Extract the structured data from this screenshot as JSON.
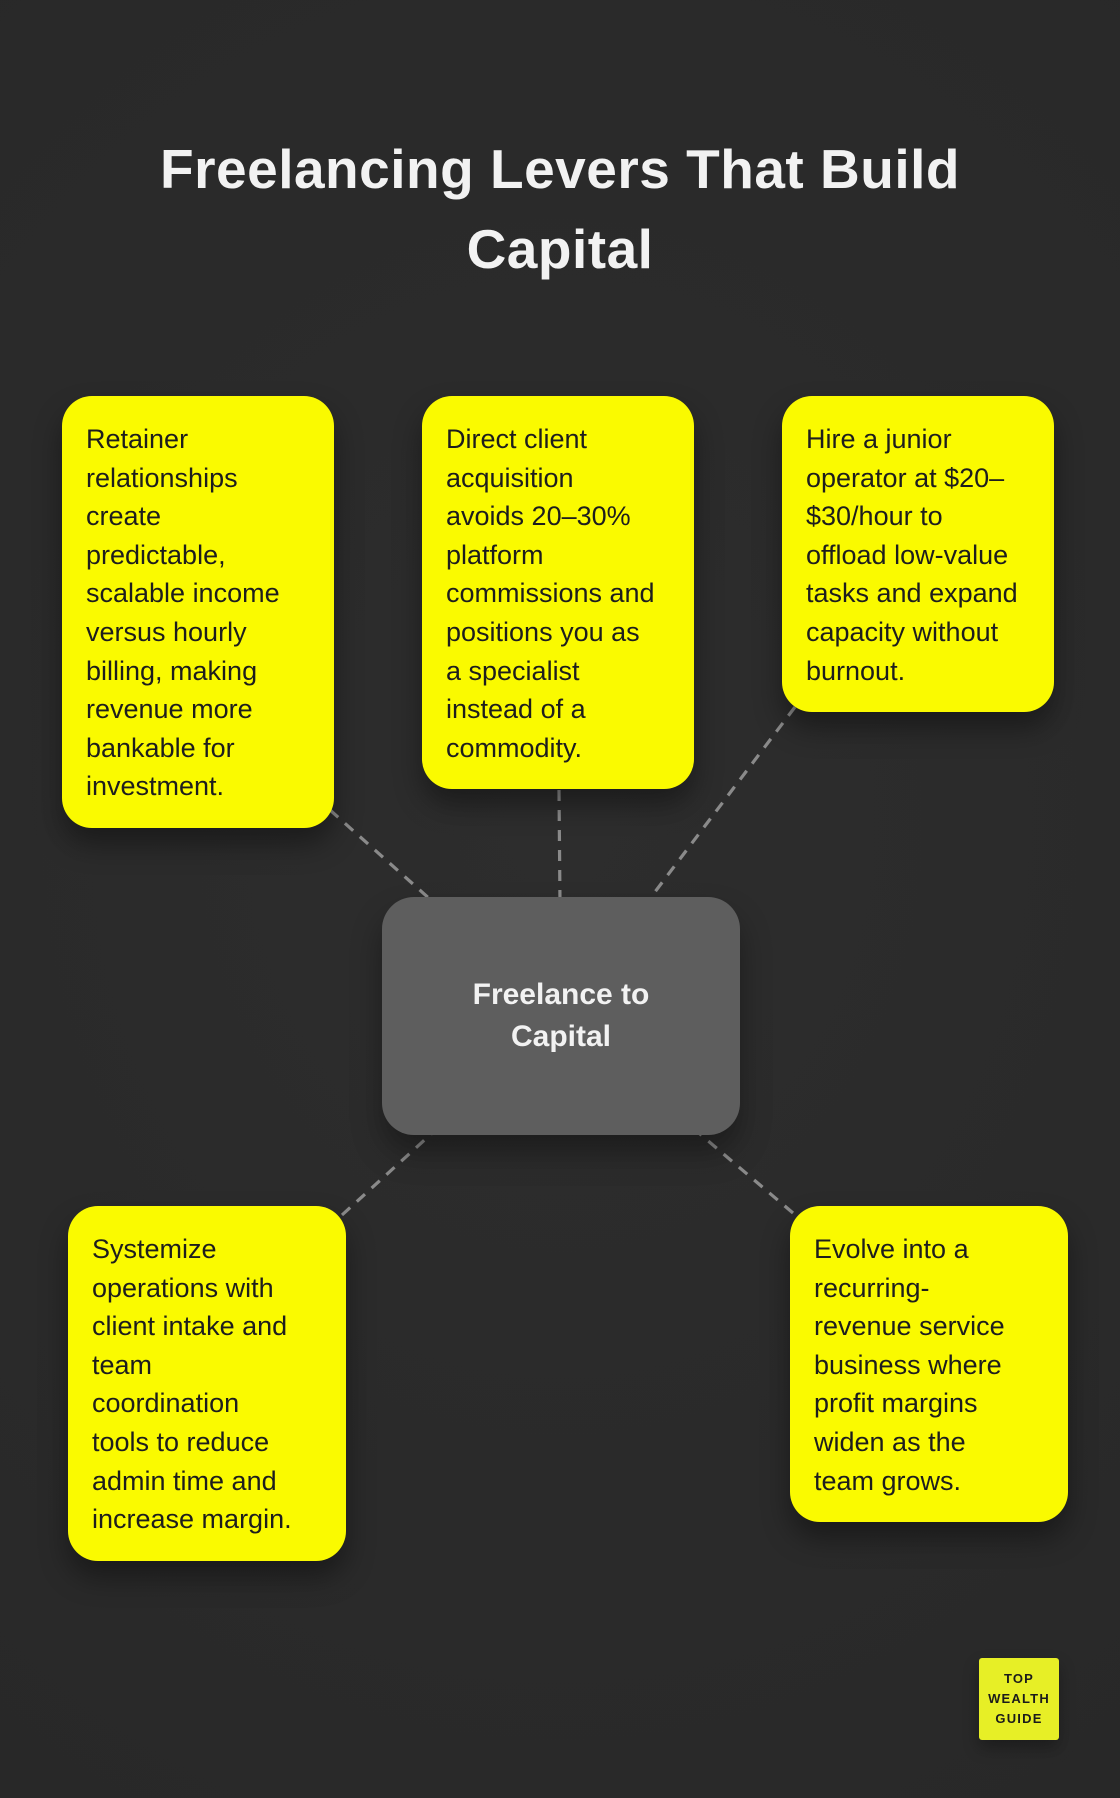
{
  "title": {
    "text": "Freelancing Levers That Build\nCapital"
  },
  "center_node": {
    "label": "Freelance to\nCapital"
  },
  "nodes": [
    {
      "id": "retainer-relationships",
      "text": "Retainer\nrelationships\ncreate\npredictable,\nscalable income\nversus hourly\nbilling, making\nrevenue more\nbankable for\ninvestment."
    },
    {
      "id": "direct-client-acquisition",
      "text": "Direct client\nacquisition\navoids 20–30%\nplatform\ncommissions and\npositions you as\na specialist\ninstead of a\ncommodity."
    },
    {
      "id": "hire-junior-operator",
      "text": "Hire a junior\noperator at $20–\n$30/hour to\noffload low-value\ntasks and expand\ncapacity without\nburnout."
    },
    {
      "id": "systemize-operations",
      "text": "Systemize\noperations with\nclient intake and\nteam\ncoordination\ntools to reduce\nadmin time and\nincrease margin."
    },
    {
      "id": "recurring-revenue-service",
      "text": "Evolve into a\nrecurring-\nrevenue service\nbusiness where\nprofit margins\nwiden as the\nteam grows."
    }
  ],
  "logo": {
    "text": "TOP\nWEALTH\nGUIDE"
  },
  "colors": {
    "background": "#2d2d2d",
    "title_text": "#f2f2f2",
    "node_yellow": "#fafa00",
    "node_text": "#1d1d1d",
    "center_gray": "#5e5e5e",
    "connector": "#8a8a8a",
    "logo_yellow": "#e7ef26",
    "logo_text": "#1b1b1b"
  }
}
